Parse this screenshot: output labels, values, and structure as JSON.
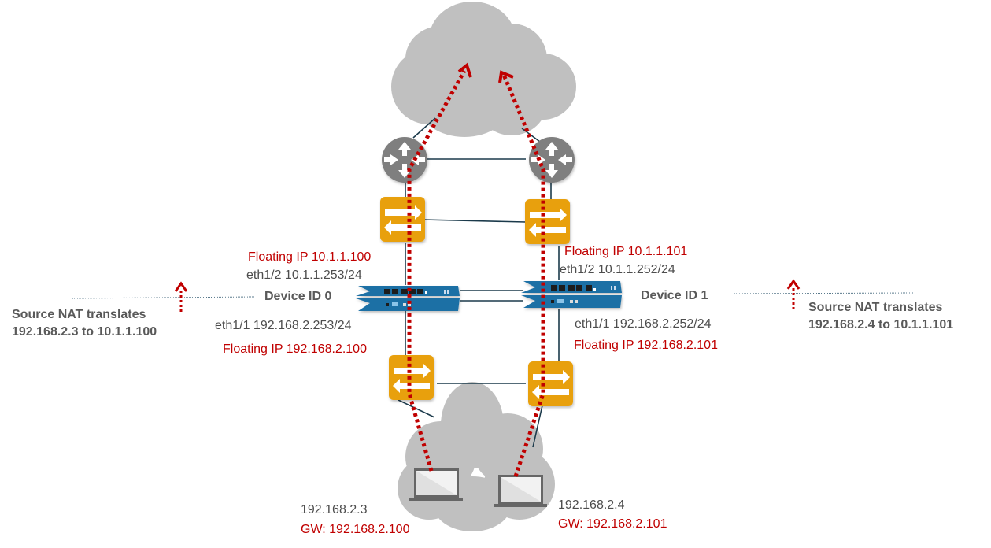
{
  "colors": {
    "cloud": "#c0c0c0",
    "router": "#7f7f7f",
    "switch": "#e8a00d",
    "firewall": "#1f6fa5",
    "link": "#1b3a4b",
    "flow": "#c00000",
    "label_red": "#c00000",
    "label_gray": "#4d4d4d"
  },
  "devices": {
    "device0": {
      "name": "Device ID 0",
      "floating_ip_upper": "Floating IP 10.1.1.100",
      "eth_upper": "eth1/2 10.1.1.253/24",
      "eth_lower": "eth1/1 192.168.2.253/24",
      "floating_ip_lower": "Floating IP 192.168.2.100"
    },
    "device1": {
      "name": "Device ID 1",
      "floating_ip_upper": "Floating IP 10.1.1.101",
      "eth_upper": "eth1/2 10.1.1.252/24",
      "eth_lower": "eth1/1 192.168.2.252/24",
      "floating_ip_lower": "Floating IP 192.168.2.101"
    }
  },
  "nat_notes": {
    "left": {
      "line1": "Source NAT translates",
      "line2": "192.168.2.3 to 10.1.1.100"
    },
    "right": {
      "line1": "Source NAT translates",
      "line2": "192.168.2.4 to 10.1.1.101"
    }
  },
  "hosts": {
    "host1": {
      "ip": "192.168.2.3",
      "gw": "GW: 192.168.2.100"
    },
    "host2": {
      "ip": "192.168.2.4",
      "gw": "GW: 192.168.2.101"
    }
  }
}
